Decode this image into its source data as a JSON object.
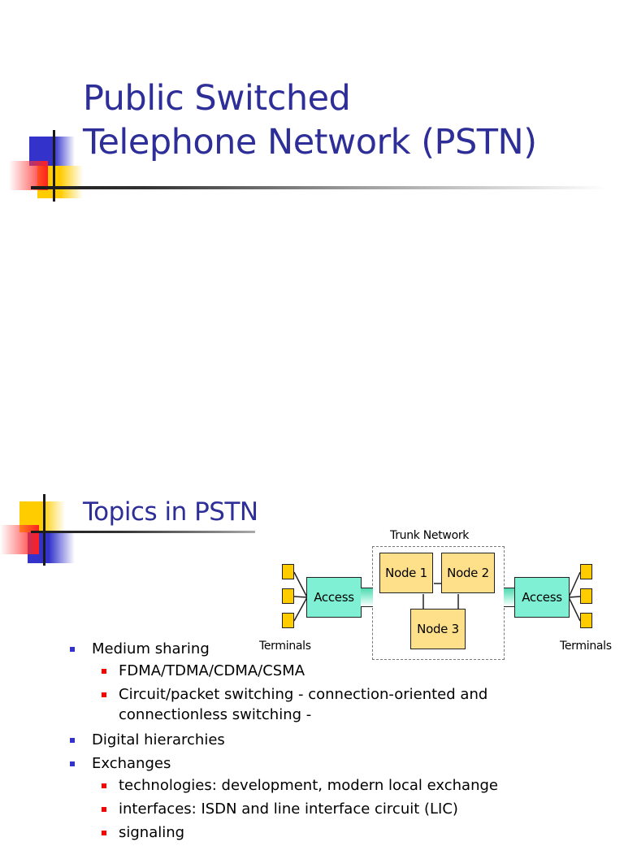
{
  "slides": [
    {
      "title_line1": "Public Switched",
      "title_line2": "Telephone Network (PSTN)"
    },
    {
      "title": "Topics in PSTN",
      "diagram": {
        "trunk_label": "Trunk Network",
        "left_access": "Access",
        "right_access": "Access",
        "nodes": [
          "Node 1",
          "Node 2",
          "Node 3"
        ],
        "left_terminals_label": "Terminals",
        "right_terminals_label": "Terminals",
        "colors": {
          "terminal": "#ffcc00",
          "access": "#7ff0d4",
          "node": "#ffe08a"
        }
      },
      "bullets": [
        {
          "text": "Medium sharing",
          "children": [
            "FDMA/TDMA/CDMA/CSMA",
            "Circuit/packet switching - connection-oriented and connectionless switching -"
          ]
        },
        {
          "text": "Digital hierarchies",
          "children": []
        },
        {
          "text": "Exchanges",
          "children": [
            "technologies: development, modern local exchange",
            "interfaces: ISDN and line interface circuit (LIC)",
            "signaling"
          ]
        }
      ]
    }
  ],
  "theme": {
    "title_color": "#2e2e99",
    "bullet_l1_color": "#3333cc",
    "bullet_l2_color": "#ff0000"
  }
}
